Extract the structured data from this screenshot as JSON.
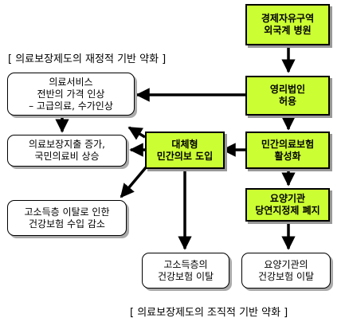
{
  "captions": {
    "top": "[ 의료보장제도의 재정적 기반 약화 ]",
    "bottom": "[ 의료보장제도의 조직적 기반 약화 ]"
  },
  "nodes": {
    "free_zone": "경제자유구역\n외국계 병원",
    "for_profit": "영리법인\n허용",
    "private_ins": "민간의료보험\n활성화",
    "designation": "요양기관\n당연지정제 폐지",
    "substitute": "대체형\n민간의보 도입",
    "service_price": "의료서비스\n전반의 가격 인상\n– 고급의료, 수가인상",
    "expense": "의료보장지출 증가,\n국민의료비 상승",
    "revenue": "고소득층 이탈로 인한\n건강보험 수입 감소",
    "high_income": "고소득층의\n건강보험 이탈",
    "providers": "요양기관의\n건강보험 이탈"
  },
  "colors": {
    "highlight": "#ccff33",
    "arrow": "#000000"
  }
}
